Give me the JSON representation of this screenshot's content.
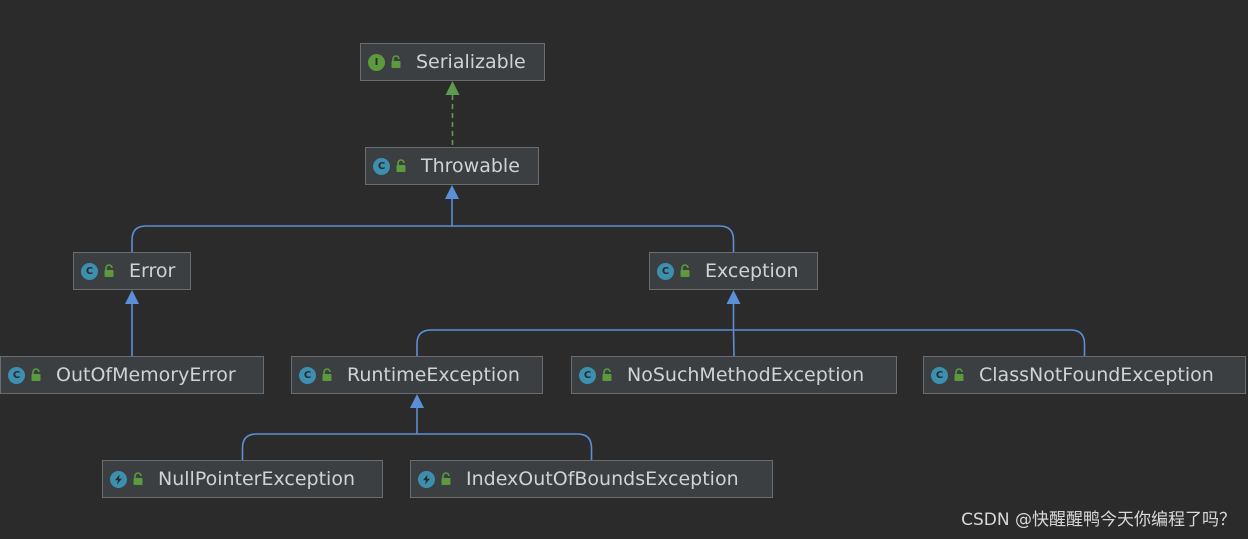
{
  "colors": {
    "background": "#2b2b2b",
    "node_fill": "#3c3f41",
    "node_border": "#6a6d70",
    "node_text": "#cfd3d7",
    "inherit_edge": "#5b8fd6",
    "implement_edge": "#5f9a4f",
    "class_badge": "#3d8fb0",
    "interface_badge": "#5c9a3e",
    "exception_badge": "#3d8fb0",
    "lock": "#5c9a3e"
  },
  "nodes": [
    {
      "id": "serializable",
      "label": "Serializable",
      "kind": "interface",
      "badge_letter": "I",
      "icon": "interface-icon"
    },
    {
      "id": "throwable",
      "label": "Throwable",
      "kind": "class",
      "badge_letter": "C",
      "icon": "class-icon"
    },
    {
      "id": "error",
      "label": "Error",
      "kind": "class",
      "badge_letter": "C",
      "icon": "class-icon"
    },
    {
      "id": "exception",
      "label": "Exception",
      "kind": "class",
      "badge_letter": "C",
      "icon": "class-icon"
    },
    {
      "id": "outofmemoryerror",
      "label": "OutOfMemoryError",
      "kind": "class",
      "badge_letter": "C",
      "icon": "class-icon"
    },
    {
      "id": "runtimeexception",
      "label": "RuntimeException",
      "kind": "class",
      "badge_letter": "C",
      "icon": "class-icon"
    },
    {
      "id": "nosuchmethodexception",
      "label": "NoSuchMethodException",
      "kind": "class",
      "badge_letter": "C",
      "icon": "class-icon"
    },
    {
      "id": "classnotfoundexception",
      "label": "ClassNotFoundException",
      "kind": "class",
      "badge_letter": "C",
      "icon": "class-icon"
    },
    {
      "id": "nullpointerexception",
      "label": "NullPointerException",
      "kind": "exception",
      "badge_letter": "",
      "icon": "exception-bolt-icon"
    },
    {
      "id": "indexoutofboundsexception",
      "label": "IndexOutOfBoundsException",
      "kind": "exception",
      "badge_letter": "",
      "icon": "exception-bolt-icon"
    }
  ],
  "edges": [
    {
      "from": "throwable",
      "to": "serializable",
      "type": "implements"
    },
    {
      "from": "error",
      "to": "throwable",
      "type": "extends"
    },
    {
      "from": "exception",
      "to": "throwable",
      "type": "extends"
    },
    {
      "from": "outofmemoryerror",
      "to": "error",
      "type": "extends"
    },
    {
      "from": "runtimeexception",
      "to": "exception",
      "type": "extends"
    },
    {
      "from": "nosuchmethodexception",
      "to": "exception",
      "type": "extends"
    },
    {
      "from": "classnotfoundexception",
      "to": "exception",
      "type": "extends"
    },
    {
      "from": "nullpointerexception",
      "to": "runtimeexception",
      "type": "extends"
    },
    {
      "from": "indexoutofboundsexception",
      "to": "runtimeexception",
      "type": "extends"
    }
  ],
  "watermark": "CSDN @快醒醒鸭今天你编程了吗？"
}
